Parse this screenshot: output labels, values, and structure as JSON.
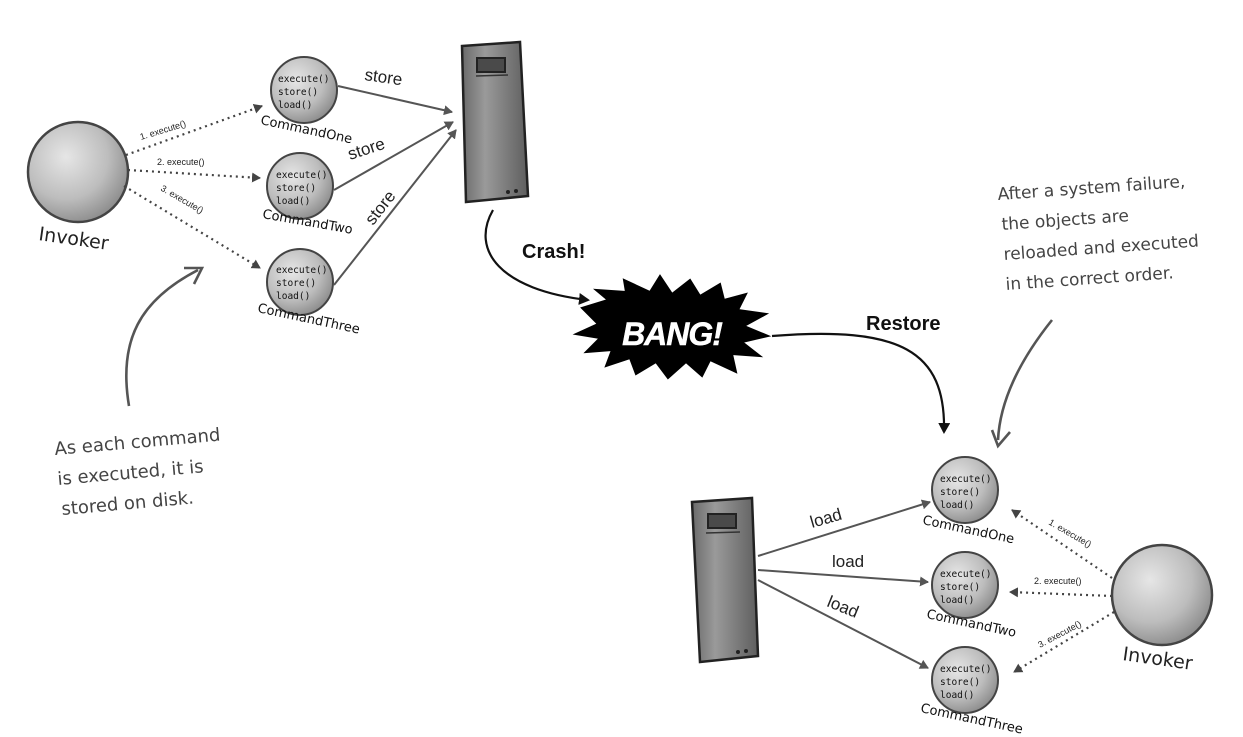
{
  "invoker_label": "Invoker",
  "method_lines": [
    "execute()",
    "store()",
    "load()"
  ],
  "commands": [
    "CommandOne",
    "CommandTwo",
    "CommandThree"
  ],
  "call_labels": [
    "1. execute()",
    "2. execute()",
    "3. execute()"
  ],
  "store_label": "store",
  "load_label": "load",
  "crash_label": "Crash!",
  "bang_label": "BANG!",
  "restore_label": "Restore",
  "note_left": [
    "As each command",
    "is executed, it is",
    "stored on disk."
  ],
  "note_right": [
    "After a system failure,",
    "the objects are",
    "reloaded and executed",
    "in the correct order."
  ]
}
